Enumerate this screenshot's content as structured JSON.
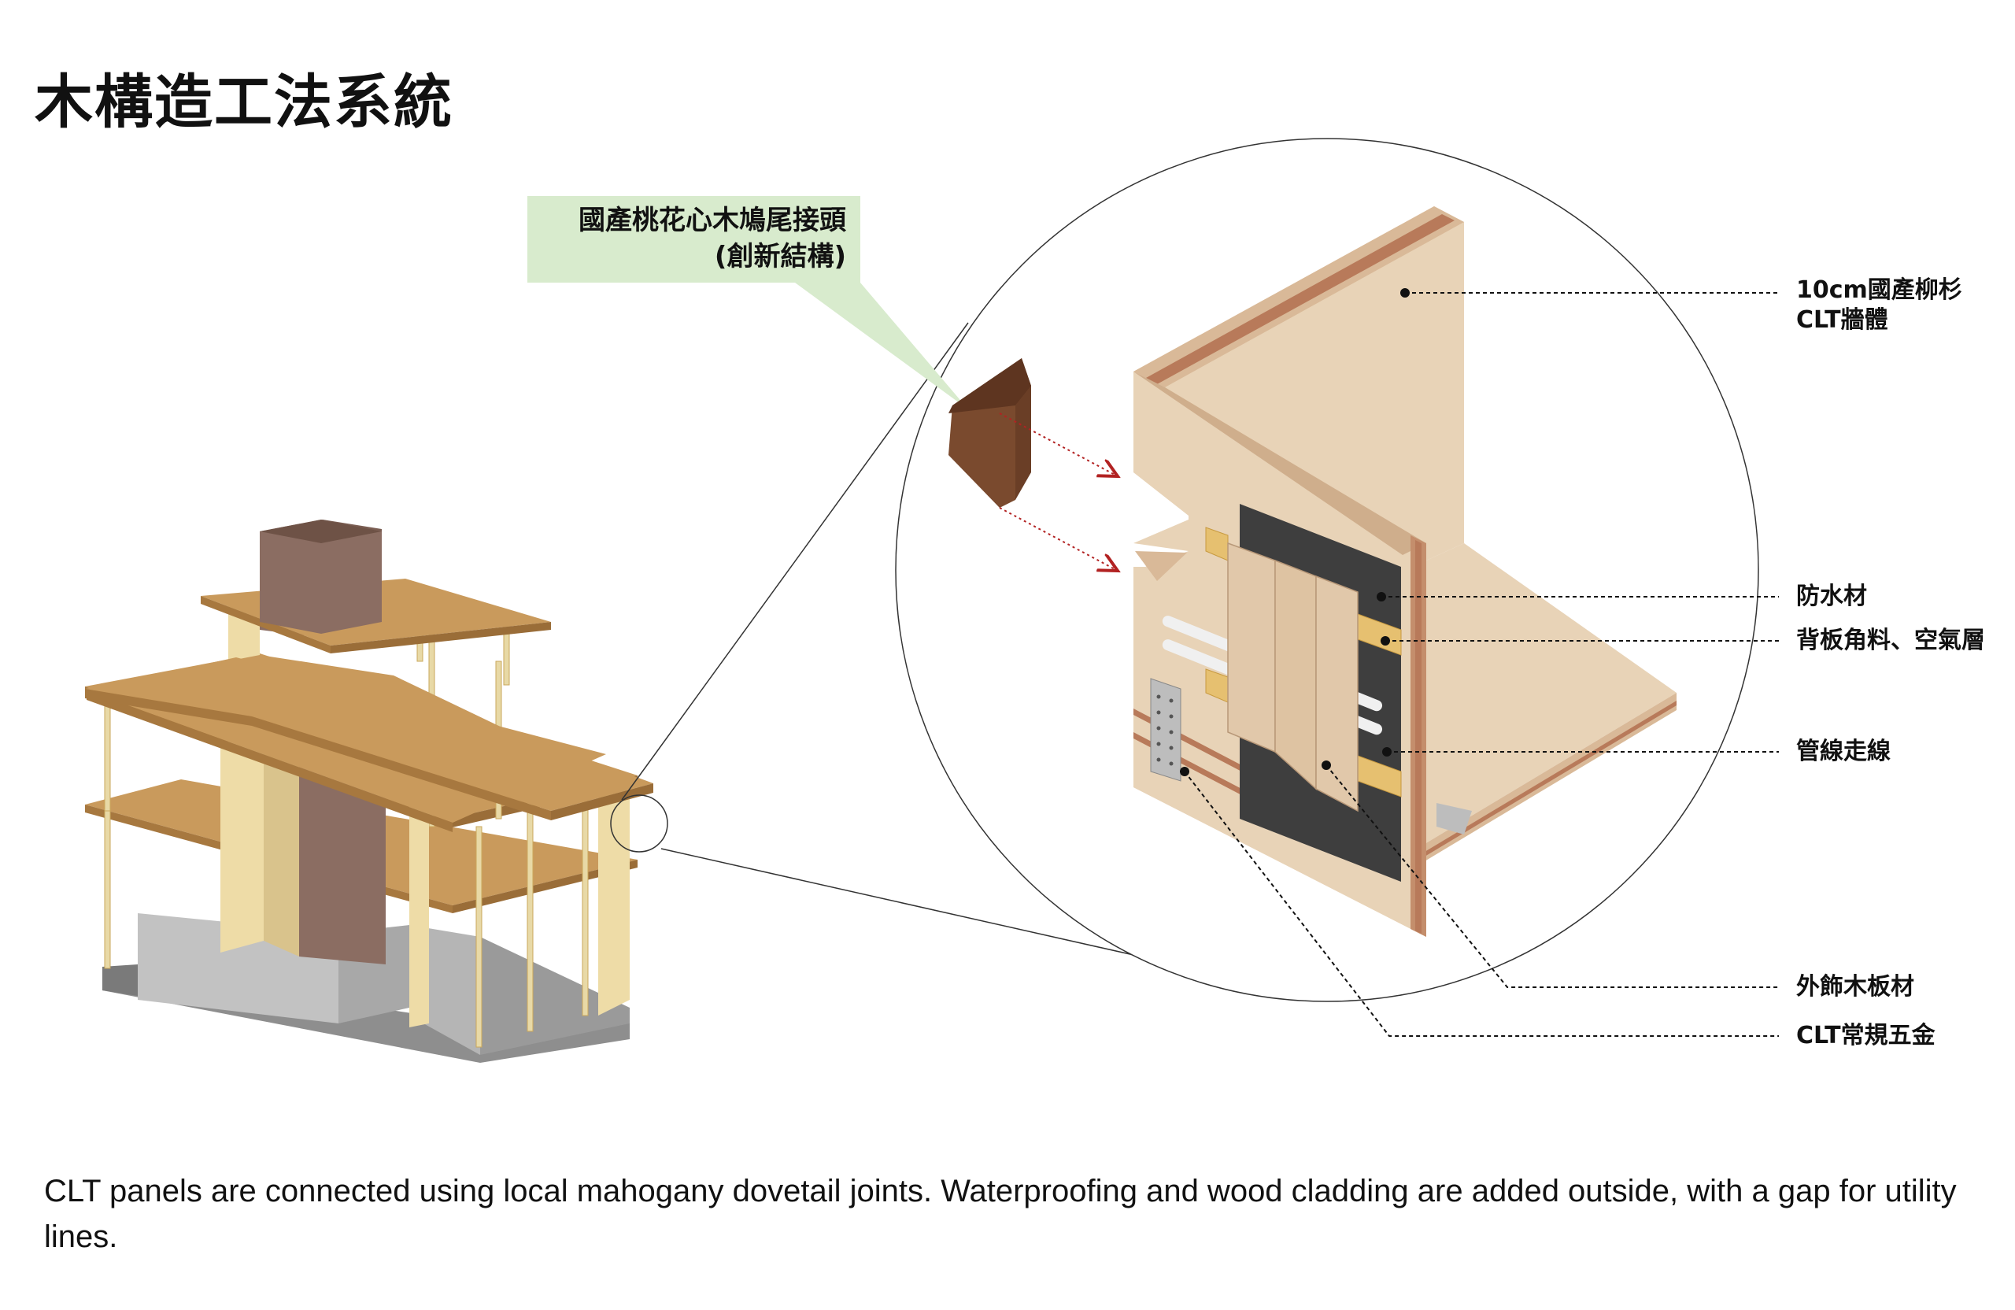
{
  "title": "木構造工法系統",
  "callout": {
    "line1": "國產桃花心木鳩尾接頭",
    "line2": "(創新結構)"
  },
  "labels": {
    "clt_wall_line1": "10cm國產柳杉",
    "clt_wall_line2": "CLT牆體",
    "waterproofing": "防水材",
    "battens_air_layer": "背板角料、空氣層",
    "utility_lines": "管線走線",
    "exterior_cladding": "外飾木板材",
    "clt_hardware": "CLT常規五金"
  },
  "caption": "CLT panels are connected using local mahogany dovetail joints. Waterproofing and wood cladding are added outside, with a gap for utility lines.",
  "colors": {
    "callout_bg": "#d8ebcd",
    "clt_wood": "#e6cfb5",
    "slab_wood": "#c99a5c",
    "mahogany": "#7a4a2e",
    "waterproof_membrane": "#404040",
    "arrow_red": "#b22222"
  }
}
